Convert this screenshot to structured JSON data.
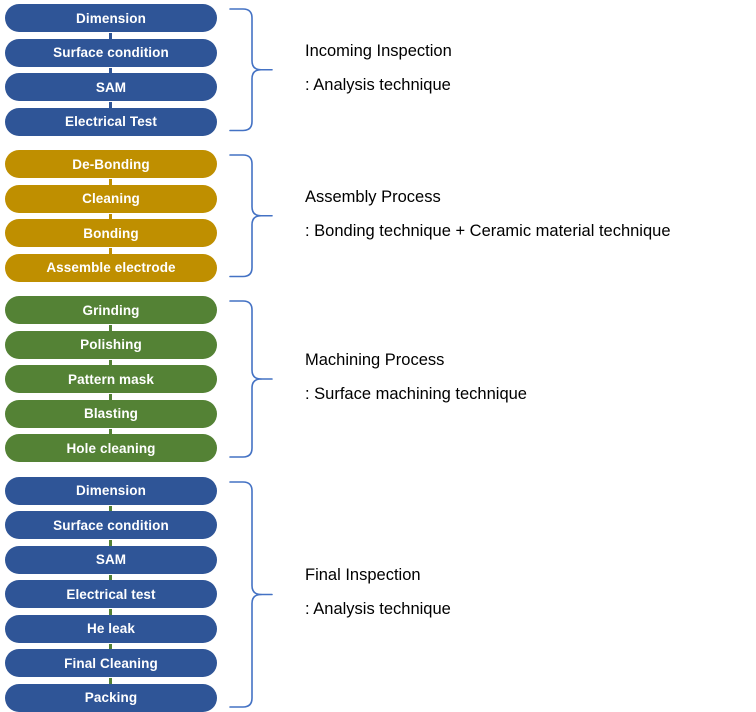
{
  "diagram": {
    "title": "Process flow with inspection and machining stages",
    "colors": {
      "blue": "#2F5597",
      "gold": "#BF8F00",
      "green": "#548235",
      "brace": "#4472C4",
      "text_on_box": "#FFFFFF",
      "label_text": "#000000",
      "background": "#FFFFFF"
    },
    "groups": [
      {
        "id": "incoming-inspection",
        "color_key": "blue",
        "title": "Incoming Inspection",
        "subtitle": ": Analysis technique",
        "steps": [
          {
            "label": "Dimension"
          },
          {
            "label": "Surface condition"
          },
          {
            "label": "SAM"
          },
          {
            "label": "Electrical Test"
          }
        ]
      },
      {
        "id": "assembly-process",
        "color_key": "gold",
        "title": "Assembly Process",
        "subtitle": ": Bonding technique + Ceramic material technique",
        "steps": [
          {
            "label": "De-Bonding"
          },
          {
            "label": "Cleaning"
          },
          {
            "label": "Bonding"
          },
          {
            "label": "Assemble electrode"
          }
        ]
      },
      {
        "id": "machining-process",
        "color_key": "green",
        "title": "Machining Process",
        "subtitle": ": Surface machining technique",
        "steps": [
          {
            "label": "Grinding"
          },
          {
            "label": "Polishing"
          },
          {
            "label": "Pattern mask"
          },
          {
            "label": "Blasting"
          },
          {
            "label": "Hole cleaning"
          }
        ]
      },
      {
        "id": "final-inspection",
        "color_key": "blue",
        "connector_color_key": "green",
        "title": " Final Inspection",
        "subtitle": ": Analysis technique",
        "steps": [
          {
            "label": "Dimension"
          },
          {
            "label": "Surface condition"
          },
          {
            "label": "SAM"
          },
          {
            "label": "Electrical test"
          },
          {
            "label": "He leak"
          },
          {
            "label": "Final Cleaning"
          },
          {
            "label": "Packing"
          }
        ]
      }
    ]
  }
}
